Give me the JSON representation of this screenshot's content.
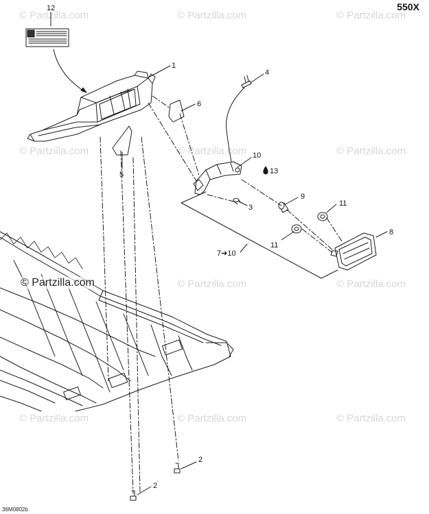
{
  "header": {
    "model": "550X"
  },
  "footer": {
    "drawing_code": "36M0802b"
  },
  "watermarks": {
    "text": "© Partzilla.com",
    "main_text": "© Partzilla.com"
  },
  "callouts": [
    {
      "id": "c12",
      "label": "12"
    },
    {
      "id": "c1",
      "label": "1"
    },
    {
      "id": "c4",
      "label": "4"
    },
    {
      "id": "c6",
      "label": "6"
    },
    {
      "id": "c5",
      "label": "5"
    },
    {
      "id": "c10",
      "label": "10"
    },
    {
      "id": "c13",
      "label": "13"
    },
    {
      "id": "c3",
      "label": "3"
    },
    {
      "id": "c9",
      "label": "9"
    },
    {
      "id": "c11a",
      "label": "11"
    },
    {
      "id": "c8",
      "label": "8"
    },
    {
      "id": "c7",
      "label": "7➔10"
    },
    {
      "id": "c11b",
      "label": "11"
    },
    {
      "id": "c2a",
      "label": "2"
    },
    {
      "id": "c2b",
      "label": "2"
    }
  ],
  "colors": {
    "line": "#1a1a1a",
    "watermark": "#d6d6d6"
  }
}
